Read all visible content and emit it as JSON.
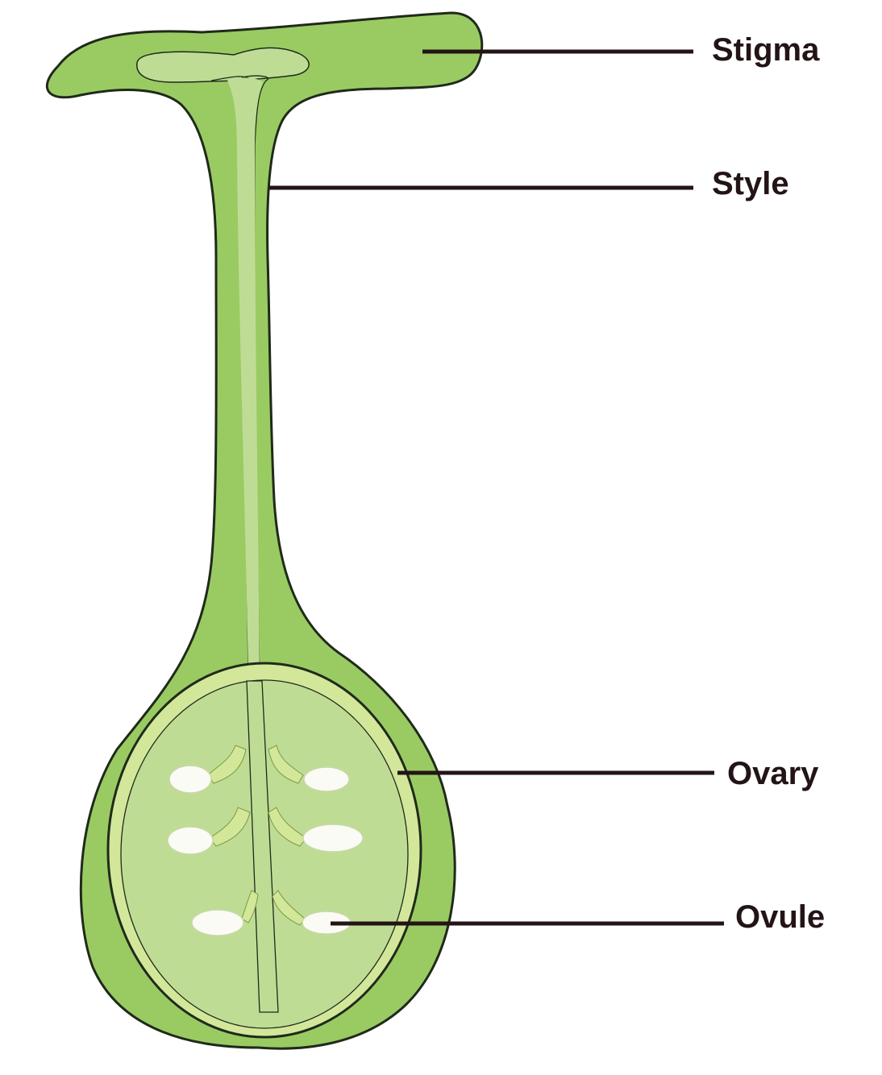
{
  "labels": {
    "stigma": "Stigma",
    "style": "Style",
    "ovary": "Ovary",
    "ovule": "Ovule"
  },
  "colors": {
    "outer_tissue": "#9acb63",
    "inner_tissue": "#bfdc95",
    "ovary_wall": "#d3e79a",
    "ovule": "#fbfbf5",
    "outline": "#1f2a1a",
    "leader_line": "#231416"
  },
  "ovule_count": 6
}
